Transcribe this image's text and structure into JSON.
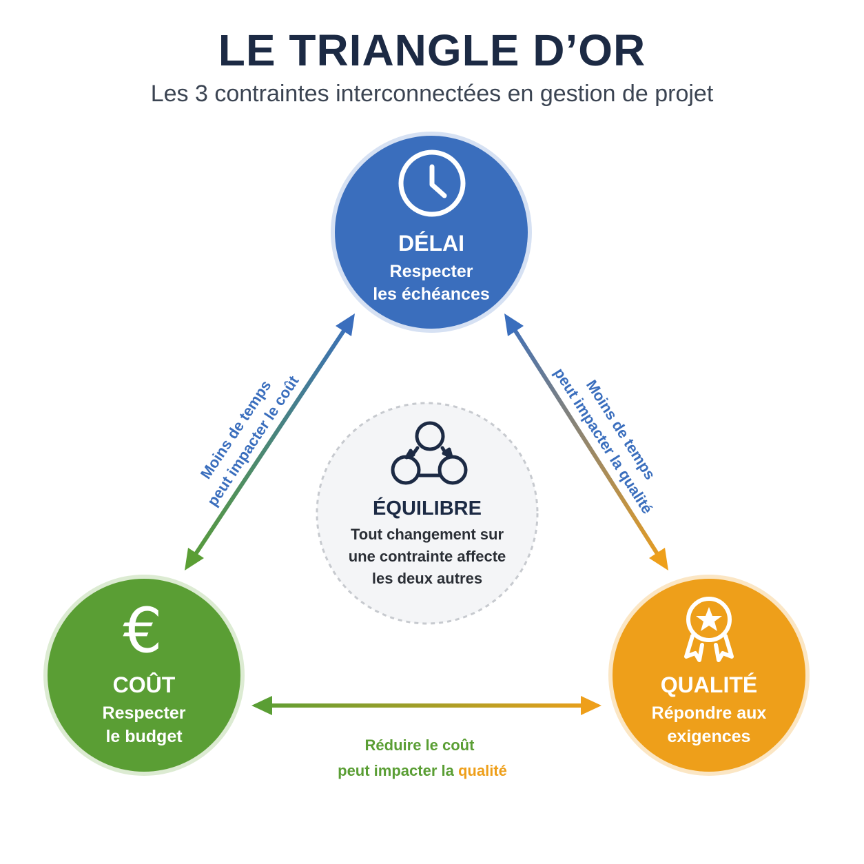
{
  "header": {
    "title": "LE TRIANGLE D’OR",
    "subtitle": "Les 3 contraintes interconnectées en gestion de projet"
  },
  "nodes": {
    "delai": {
      "title": "DÉLAI",
      "line1": "Respecter",
      "line2": "les échéances",
      "color": "#3a6ebd",
      "icon": "clock-icon"
    },
    "cout": {
      "title": "COÛT",
      "line1": "Respecter",
      "line2": "le budget",
      "color": "#5a9e34",
      "icon": "euro-icon"
    },
    "qualite": {
      "title": "QUALITÉ",
      "line1": "Répondre aux",
      "line2": "exigences",
      "color": "#ee9f1a",
      "icon": "award-ribbon-icon"
    }
  },
  "center": {
    "title": "ÉQUILIBRE",
    "line1": "Tout changement sur",
    "line2": "une contrainte affecte",
    "line3": "les deux autres",
    "icon": "cycle-icon"
  },
  "edges": {
    "left": {
      "line1": "Moins de temps",
      "line2": "peut impacter le coût"
    },
    "right": {
      "line1": "Moins de temps",
      "line2": "peut impacter la qualité"
    },
    "bottom": {
      "line1": "Réduire le coût",
      "line2a": "peut impacter la ",
      "line2b": "qualité"
    }
  }
}
